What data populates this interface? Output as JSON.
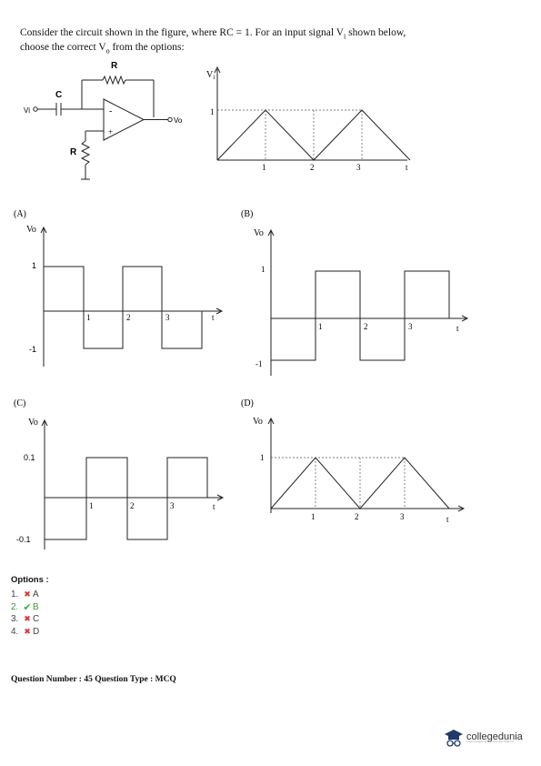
{
  "question": {
    "line1": "Consider the circuit shown in the figure, where RC = 1.  For an input signal V",
    "line1_sub": "i",
    "line1_end": " shown below,",
    "line2_start": "choose the correct V",
    "line2_sub": "o",
    "line2_end": " from the options:"
  },
  "circuit": {
    "r_label": "R",
    "c_label": "C",
    "r2_label": "R",
    "vi_label": "Vi",
    "vo_label": "Vo",
    "minus": "-",
    "plus": "+"
  },
  "input_graph": {
    "y_label": "V",
    "y_sub": "i",
    "y_tick": "1",
    "x_ticks": [
      "1",
      "2",
      "3"
    ],
    "x_label": "t"
  },
  "options_graphs": [
    {
      "letter": "(A)",
      "y_label": "Vo",
      "y_ticks": [
        "1",
        "-1"
      ],
      "x_ticks": [
        "1",
        "2",
        "3"
      ],
      "x_label": "t"
    },
    {
      "letter": "(B)",
      "y_label": "Vo",
      "y_ticks": [
        "1",
        "-1"
      ],
      "x_ticks": [
        "1",
        "2",
        "3"
      ],
      "x_label": "t"
    },
    {
      "letter": "(C)",
      "y_label": "Vo",
      "y_ticks": [
        "0.1",
        "-0.1"
      ],
      "x_ticks": [
        "1",
        "2",
        "3"
      ],
      "x_label": "t"
    },
    {
      "letter": "(D)",
      "y_label": "Vo",
      "y_ticks": [
        "1"
      ],
      "x_ticks": [
        "1",
        "2",
        "3"
      ],
      "x_label": "t"
    }
  ],
  "answer_options": {
    "title": "Options :",
    "items": [
      {
        "num": "1.",
        "label": "A",
        "status": "wrong"
      },
      {
        "num": "2.",
        "label": "B",
        "status": "correct"
      },
      {
        "num": "3.",
        "label": "C",
        "status": "wrong"
      },
      {
        "num": "4.",
        "label": "D",
        "status": "wrong"
      }
    ]
  },
  "footer": {
    "text": "Question Number : 45 Question Type : MCQ"
  },
  "logo": {
    "name": "collegedunia",
    "tagline": "India's largest Student Review Platform",
    "brand_color": "#1f3a6b"
  }
}
